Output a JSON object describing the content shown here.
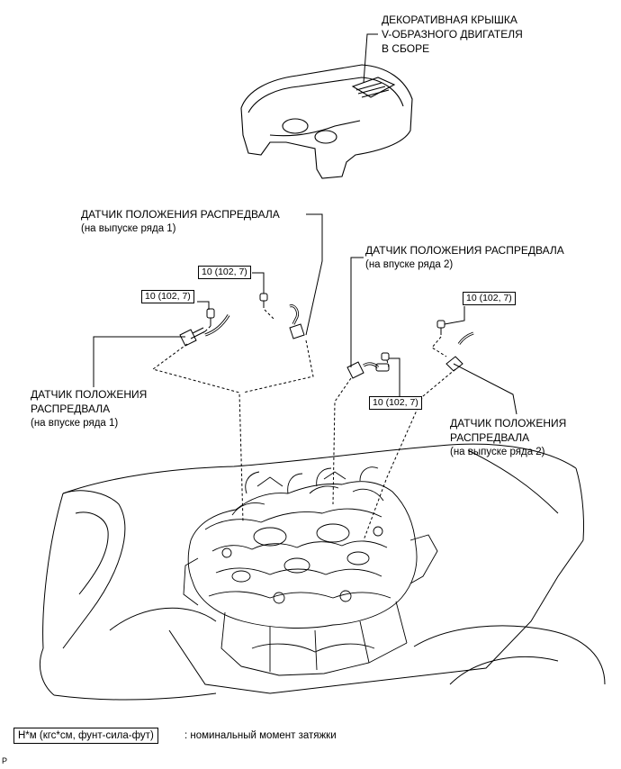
{
  "labels": {
    "engine_cover": [
      "ДЕКОРАТИВНАЯ КРЫШКА",
      "V-ОБРАЗНОГО ДВИГАТЕЛЯ",
      "В СБОРЕ"
    ],
    "sensor_exhaust_bank1": {
      "title": "ДАТЧИК ПОЛОЖЕНИЯ РАСПРЕДВАЛА",
      "sub": "(на выпуске ряда 1)"
    },
    "sensor_intake_bank2": {
      "title": "ДАТЧИК ПОЛОЖЕНИЯ РАСПРЕДВАЛА",
      "sub": "(на впуске ряда 2)"
    },
    "sensor_intake_bank1": {
      "title1": "ДАТЧИК ПОЛОЖЕНИЯ",
      "title2": "РАСПРЕДВАЛА",
      "sub": "(на впуске ряда 1)"
    },
    "sensor_exhaust_bank2": {
      "title1": "ДАТЧИК ПОЛОЖЕНИЯ",
      "title2": "РАСПРЕДВАЛА",
      "sub": "(на выпуске ряда 2)"
    }
  },
  "torque": {
    "bolt_exhaust_bank1": "10 (102, 7)",
    "bolt_intake_bank1": "10 (102, 7)",
    "bolt_intake_bank2": "10 (102, 7)",
    "bolt_exhaust_bank2": "10 (102, 7)"
  },
  "legend": {
    "units": "Н*м (кгс*см, фунт-сила-фут)",
    "description": ": номинальный момент затяжки"
  },
  "corner_code": "P"
}
